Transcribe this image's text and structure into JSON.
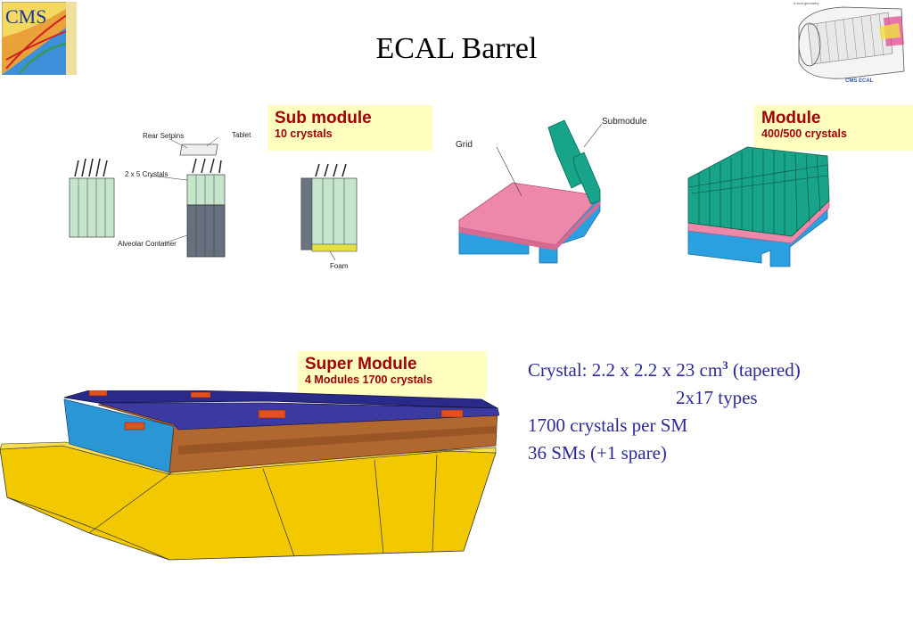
{
  "title": "ECAL Barrel",
  "logo": {
    "text": "CMS"
  },
  "ecal_inset": {
    "caption": "CMS ECAL",
    "top_label": "# ecal geometry"
  },
  "submodule_box": {
    "heading": "Sub module",
    "sub": "10 crystals"
  },
  "module_box": {
    "heading": "Module",
    "sub": "400/500 crystals"
  },
  "supermodule_box": {
    "heading": "Super Module",
    "sub": "4 Modules 1700 crystals"
  },
  "diagram_labels": {
    "rear_setpins": "Rear Setpins",
    "tablet": "Tablet",
    "crystals": "2 x 5 Crystals",
    "alveolar": "Alveolar Container",
    "foam": "Foam",
    "grid": "Grid",
    "submodule": "Submodule"
  },
  "specs": {
    "line1_prefix": "Crystal: 2.2 x 2.2 x 23 cm",
    "line1_sup": "3",
    "line1_suffix": " (tapered)",
    "line2": "2x17 types",
    "line3": "1700 crystals per SM",
    "line4": "36 SMs (+1 spare)"
  },
  "colors": {
    "label_red": "#a00000",
    "box_yellow": "#ffffc0",
    "text_blue": "#2a2a9a",
    "module_green": "#17a489",
    "grid_pink": "#ee88aa",
    "base_blue": "#2aa0e0",
    "sm_yellow": "#f2c800"
  }
}
